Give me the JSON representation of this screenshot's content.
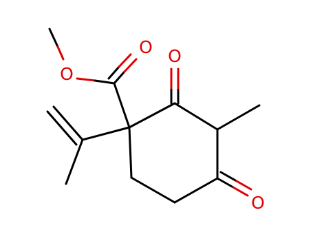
{
  "molecule": {
    "atoms": [
      {
        "id": "O1",
        "label": "O"
      },
      {
        "id": "O2",
        "label": "O"
      },
      {
        "id": "O3",
        "label": "O"
      },
      {
        "id": "O4",
        "label": "O"
      }
    ]
  },
  "colors": {
    "bond": "#000000",
    "oxygen": "#e00000",
    "background": "#ffffff"
  }
}
